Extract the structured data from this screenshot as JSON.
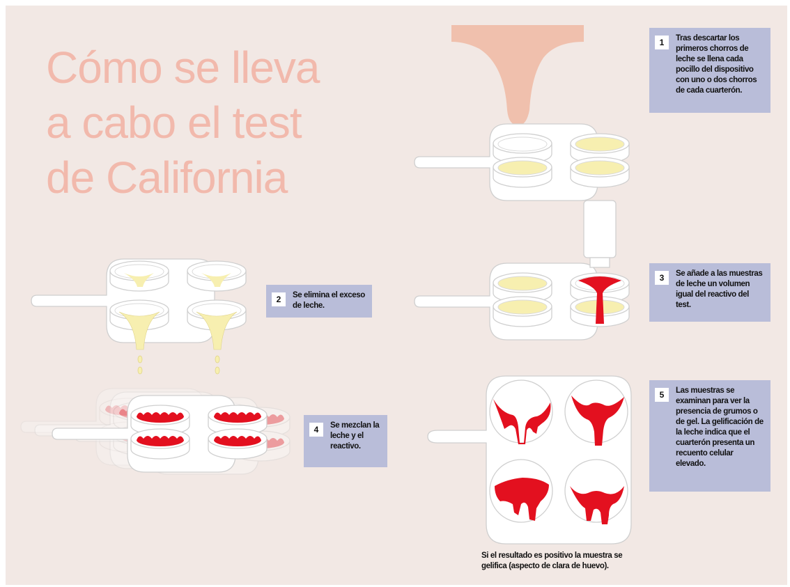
{
  "title": {
    "line1": "Cómo se lleva",
    "line2": "a cabo el test",
    "line3": "de California"
  },
  "steps": [
    {
      "number": "1",
      "text": "Tras descartar los primeros chorros de leche se llena cada pocillo del dispositivo con uno o dos chorros de cada cuarterón."
    },
    {
      "number": "2",
      "text": "Se elimina el exceso de leche."
    },
    {
      "number": "3",
      "text": "Se añade a las muestras de leche un volumen igual del reactivo del test."
    },
    {
      "number": "4",
      "text": "Se mezclan la leche y el reactivo."
    },
    {
      "number": "5",
      "text": "Las muestras se examinan para ver la presencia de grumos o de gel. La gelificación de la leche indica que el cuarterón presenta un recuento celular elevado."
    }
  ],
  "caption": "Si el resultado es positivo la muestra se gelifica (aspecto de clara de huevo).",
  "colors": {
    "background": "#f2e8e4",
    "title": "#f2b9ac",
    "step_box": "#b9bdd9",
    "milk": "#f7efb0",
    "reagent": "#e3101f",
    "udder": "#f0c0ad"
  }
}
